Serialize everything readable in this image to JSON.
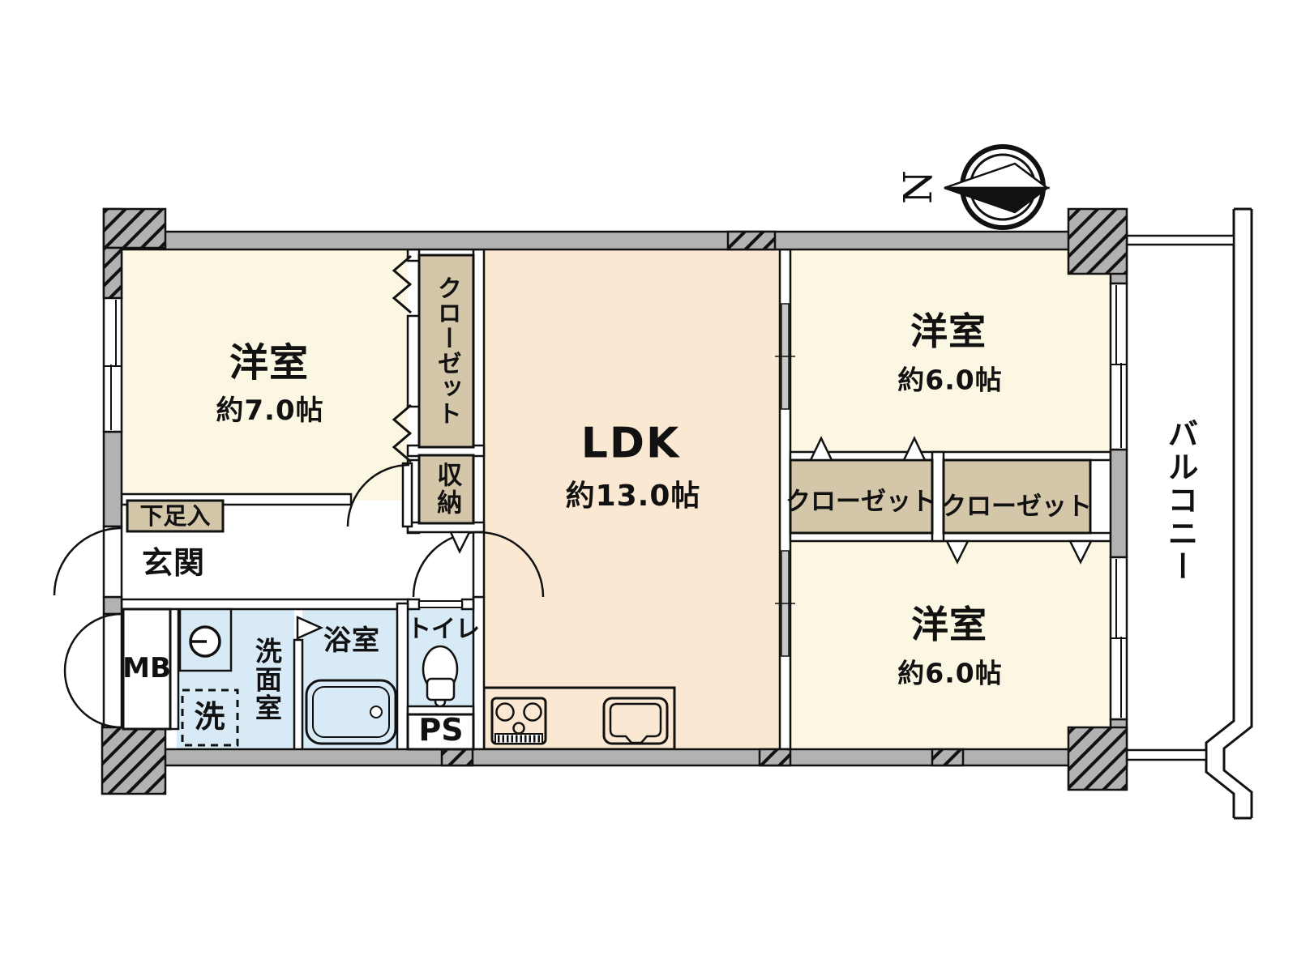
{
  "plan": {
    "compass_label": "N",
    "rooms": {
      "western_left": {
        "name": "洋室",
        "size": "約7.0帖"
      },
      "ldk": {
        "name": "LDK",
        "size": "約13.0帖"
      },
      "western_top_right": {
        "name": "洋室",
        "size": "約6.0帖"
      },
      "western_bottom_right": {
        "name": "洋室",
        "size": "約6.0帖"
      },
      "entrance": {
        "name": "玄関"
      },
      "washroom": {
        "name": "洗面室"
      },
      "bathroom": {
        "name": "浴室"
      },
      "toilet": {
        "name": "トイレ"
      },
      "balcony": {
        "name": "バルコニー"
      }
    },
    "storage": {
      "closet_column": {
        "name": "クローゼット"
      },
      "storage_box": {
        "name": "収納"
      },
      "closet_left": {
        "name": "クローゼット"
      },
      "closet_right": {
        "name": "クローゼット"
      },
      "shoe_box": {
        "name": "下足入"
      }
    },
    "equipment": {
      "meter_box": {
        "name": "MB"
      },
      "pipe_space": {
        "name": "PS"
      },
      "washing_machine": {
        "name": "洗"
      }
    },
    "colors": {
      "wall_gray": "#B2B2B2",
      "room_cream": "#FBF7E2",
      "room_peach": "#FBE8D2",
      "closet_tan": "#D3C6A9",
      "wet_area_blue": "#D9EAF7",
      "line_black": "#111111"
    }
  }
}
